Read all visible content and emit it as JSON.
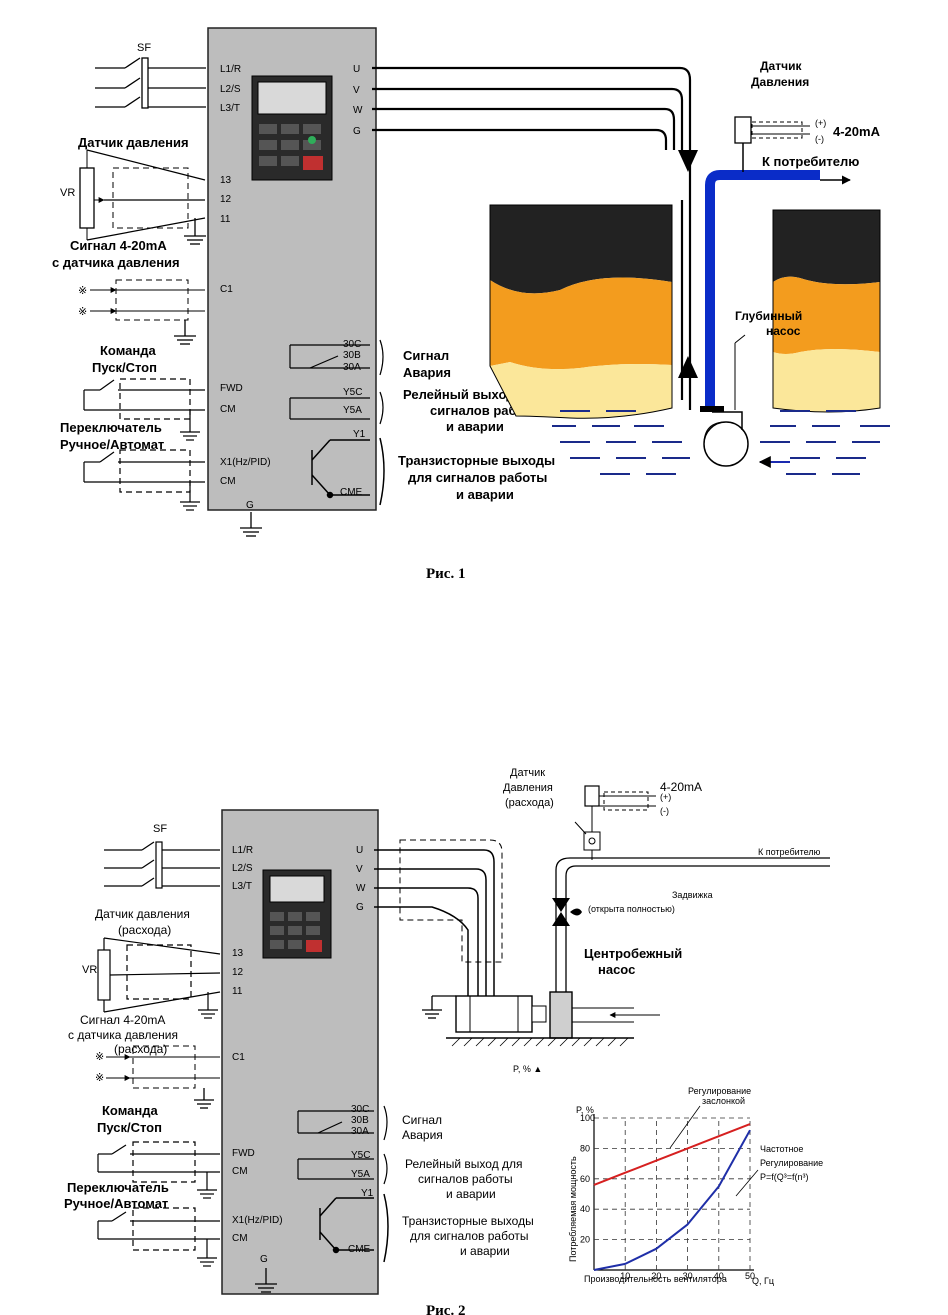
{
  "fig1": {
    "caption": "Рис. 1",
    "sf": "SF",
    "terminals_left": [
      "L1/R",
      "L2/S",
      "L3/T",
      "13",
      "12",
      "11",
      "C1",
      "FWD",
      "CM",
      "X1(Hz/PID)",
      "CM"
    ],
    "terminals_right": [
      "U",
      "V",
      "W",
      "G",
      "30C",
      "30B",
      "30A",
      "Y5C",
      "Y5A",
      "Y1",
      "CME"
    ],
    "ground": "G",
    "vr": "VR",
    "sensor_label": "Датчик давления",
    "signal_label": [
      "Сигнал 4-20mA",
      "с датчика давления"
    ],
    "command_label": [
      "Команда",
      "Пуск/Стоп"
    ],
    "switch_label": [
      "Переключатель",
      "Ручное/Автомат"
    ],
    "alarm_label": [
      "Сигнал",
      "Авария"
    ],
    "relay_label": [
      "Релейный выход для",
      "сигналов работы",
      "и аварии"
    ],
    "transistor_label": [
      "Транзисторные выходы",
      "для сигналов работы",
      "и аварии"
    ],
    "top_sensor_label": [
      "Датчик",
      "Давления"
    ],
    "plus": "(+)",
    "minus": "(-)",
    "current": "4-20mA",
    "consumer": "К потребителю",
    "pump_label": [
      "Глубинный",
      "насос"
    ]
  },
  "fig2": {
    "caption": "Рис. 2",
    "sf": "SF",
    "terminals_left": [
      "L1/R",
      "L2/S",
      "L3/T",
      "13",
      "12",
      "11",
      "C1",
      "FWD",
      "CM",
      "X1(Hz/PID)",
      "CM"
    ],
    "terminals_right": [
      "U",
      "V",
      "W",
      "G",
      "30C",
      "30B",
      "30A",
      "Y5C",
      "Y5A",
      "Y1",
      "CME"
    ],
    "ground": "G",
    "vr": "VR",
    "sensor_label": [
      "Датчик давления",
      "(расхода)"
    ],
    "signal_label": [
      "Сигнал 4-20mA",
      "с датчика давления",
      "(расхода)"
    ],
    "command_label": [
      "Команда",
      "Пуск/Стоп"
    ],
    "switch_label": [
      "Переключатель",
      "Ручное/Автомат"
    ],
    "alarm_label": [
      "Сигнал",
      "Авария"
    ],
    "relay_label": [
      "Релейный выход для",
      "сигналов работы",
      "и аварии"
    ],
    "transistor_label": [
      "Транзисторные выходы",
      "для сигналов работы",
      "и аварии"
    ],
    "top_sensor_label": [
      "Датчик",
      "Давления",
      "(расхода)"
    ],
    "current": "4-20mA",
    "plus": "(+)",
    "minus": "(-)",
    "consumer": "К потребителю",
    "valve_label": [
      "Задвижка",
      "(открыта полностью)"
    ],
    "pump_label": [
      "Центробежный",
      "насос"
    ],
    "p_axis_note": "P, % ▲"
  },
  "chart_data": {
    "type": "line",
    "xlabel": "Производительность вентилятора",
    "x_unit": "Q, Гц",
    "ylabel": "Потребляемая мощность",
    "y_unit": "P, %",
    "x_ticks": [
      "10",
      "20",
      "30",
      "40",
      "50"
    ],
    "y_ticks": [
      "20",
      "40",
      "60",
      "80",
      "100"
    ],
    "xlim": [
      0,
      50
    ],
    "ylim": [
      0,
      100
    ],
    "grid": true,
    "series": [
      {
        "name": "Регулирование заслонкой",
        "color": "#d62020",
        "x": [
          0,
          10,
          20,
          30,
          40,
          50
        ],
        "y": [
          56,
          64,
          72,
          80,
          88,
          96
        ]
      },
      {
        "name": "Частотное Регулирование P=f(Q³=f(n³)",
        "color": "#1f2fa8",
        "x": [
          0,
          10,
          20,
          30,
          40,
          50
        ],
        "y": [
          0,
          4,
          14,
          30,
          55,
          92
        ]
      }
    ]
  }
}
